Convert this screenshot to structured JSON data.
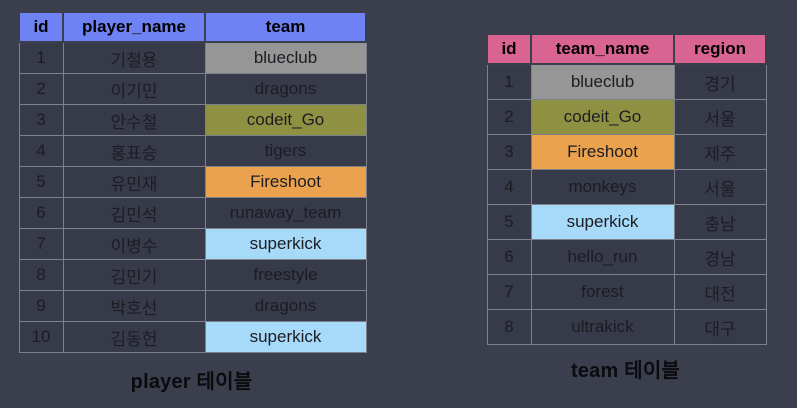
{
  "page": {
    "background": "#3a3e4d",
    "row_background": "#363a49",
    "border_color": "#7d818c"
  },
  "highlight_colors": {
    "gray": "#969696",
    "olive": "#8f9142",
    "orange": "#eba24e",
    "blue": "#a7d9f8"
  },
  "tables": [
    {
      "id": "player",
      "caption": "player 테이블",
      "header_bg": "#6e82f3",
      "columns": [
        "id",
        "player_name",
        "team"
      ],
      "rows": [
        {
          "cells": [
            "1",
            "기철용",
            "blueclub"
          ],
          "highlight": {
            "col": 2,
            "color": "gray"
          }
        },
        {
          "cells": [
            "2",
            "이기민",
            "dragons"
          ],
          "highlight": null
        },
        {
          "cells": [
            "3",
            "안수철",
            "codeit_Go"
          ],
          "highlight": {
            "col": 2,
            "color": "olive"
          }
        },
        {
          "cells": [
            "4",
            "홍표승",
            "tigers"
          ],
          "highlight": null
        },
        {
          "cells": [
            "5",
            "유민재",
            "Fireshoot"
          ],
          "highlight": {
            "col": 2,
            "color": "orange"
          }
        },
        {
          "cells": [
            "6",
            "김민석",
            "runaway_team"
          ],
          "highlight": null
        },
        {
          "cells": [
            "7",
            "이병수",
            "superkick"
          ],
          "highlight": {
            "col": 2,
            "color": "blue"
          }
        },
        {
          "cells": [
            "8",
            "김민기",
            "freestyle"
          ],
          "highlight": null
        },
        {
          "cells": [
            "9",
            "박호선",
            "dragons"
          ],
          "highlight": null
        },
        {
          "cells": [
            "10",
            "김동헌",
            "superkick"
          ],
          "highlight": {
            "col": 2,
            "color": "blue"
          }
        }
      ]
    },
    {
      "id": "team",
      "caption": "team 테이블",
      "header_bg": "#d96491",
      "columns": [
        "id",
        "team_name",
        "region"
      ],
      "rows": [
        {
          "cells": [
            "1",
            "blueclub",
            "경기"
          ],
          "highlight": {
            "col": 1,
            "color": "gray"
          }
        },
        {
          "cells": [
            "2",
            "codeit_Go",
            "서울"
          ],
          "highlight": {
            "col": 1,
            "color": "olive"
          }
        },
        {
          "cells": [
            "3",
            "Fireshoot",
            "제주"
          ],
          "highlight": {
            "col": 1,
            "color": "orange"
          }
        },
        {
          "cells": [
            "4",
            "monkeys",
            "서울"
          ],
          "highlight": null
        },
        {
          "cells": [
            "5",
            "superkick",
            "충남"
          ],
          "highlight": {
            "col": 1,
            "color": "blue"
          }
        },
        {
          "cells": [
            "6",
            "hello_run",
            "경남"
          ],
          "highlight": null
        },
        {
          "cells": [
            "7",
            "forest",
            "대전"
          ],
          "highlight": null
        },
        {
          "cells": [
            "8",
            "ultrakick",
            "대구"
          ],
          "highlight": null
        }
      ]
    }
  ]
}
